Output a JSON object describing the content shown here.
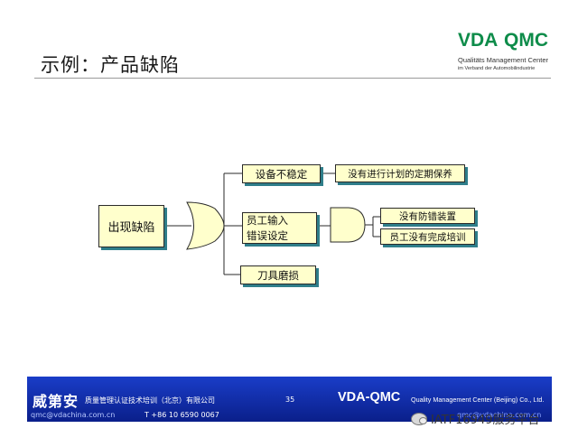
{
  "header": {
    "title": "示例：产品缺陷",
    "logo": {
      "vda": "VDA",
      "dot": "■",
      "qmc": "QMC",
      "line1": "Qualitäts Management Center",
      "line2": "im Verband der Automobilindustrie"
    }
  },
  "diagram": {
    "root": "出现缺陷",
    "causes": [
      "设备不稳定",
      "员工输入",
      "错误设定",
      "刀具磨损"
    ],
    "sub_causes": [
      "没有进行计划的定期保养",
      "没有防错装置",
      "员工没有完成培训"
    ]
  },
  "footer": {
    "name": "威第安",
    "company": "质量管理认证技术培训（北京）有限公司",
    "page": "35",
    "brand": "VDA-QMC",
    "brand_sub": "Quality Management Center (Beijing) Co., Ltd.",
    "email": "qmc@vdachina.com.cn",
    "phone": "T +86 10 6590 0067",
    "email2": "qmc@vdachina.com.cn"
  },
  "watermark": "IATF16949服务平台",
  "colors": {
    "box_fill": "#ffffcc",
    "box_shadow": "#2f7e8a",
    "footer_blue": "#1a3dc8",
    "logo_green": "#0e8c4a"
  }
}
